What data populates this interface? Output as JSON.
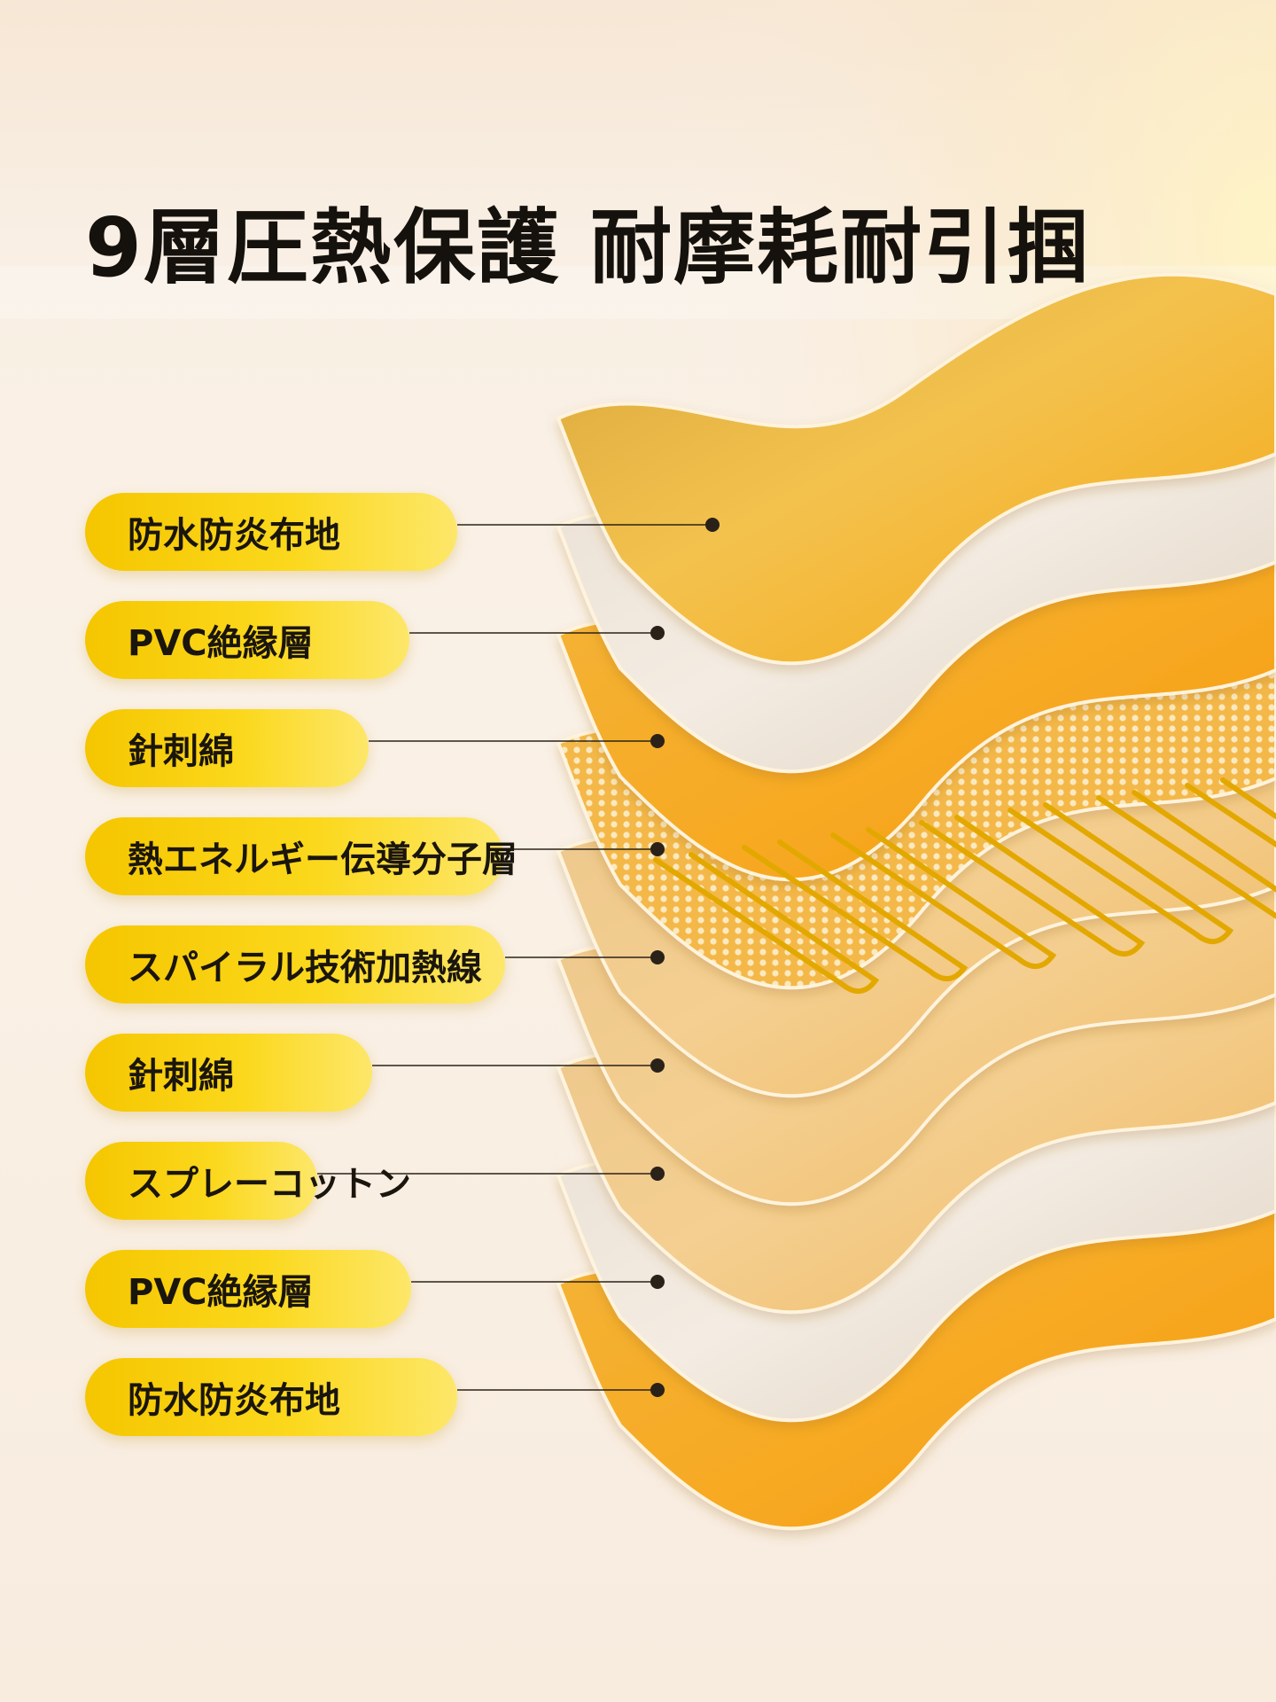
{
  "headline": "9層圧熱保護 耐摩耗耐引掴",
  "layers": [
    {
      "label": "防水防炎布地",
      "texture": "smooth"
    },
    {
      "label": "PVC絶縁層",
      "texture": "smooth"
    },
    {
      "label": "針刺綿",
      "texture": "smooth"
    },
    {
      "label": "熱エネルギー伝導分子層",
      "texture": "mesh"
    },
    {
      "label": "スパイラル技術加熱線",
      "texture": "heating-wire"
    },
    {
      "label": "針刺綿",
      "texture": "smooth"
    },
    {
      "label": "スプレーコットン",
      "texture": "smooth"
    },
    {
      "label": "PVC絶縁層",
      "texture": "smooth"
    },
    {
      "label": "防水防炎布地",
      "texture": "smooth"
    }
  ],
  "colors": {
    "label_fill": "#f8cf0c",
    "label_text": "#1a150d",
    "connector": "#2a2218",
    "headline": "#15110c"
  }
}
